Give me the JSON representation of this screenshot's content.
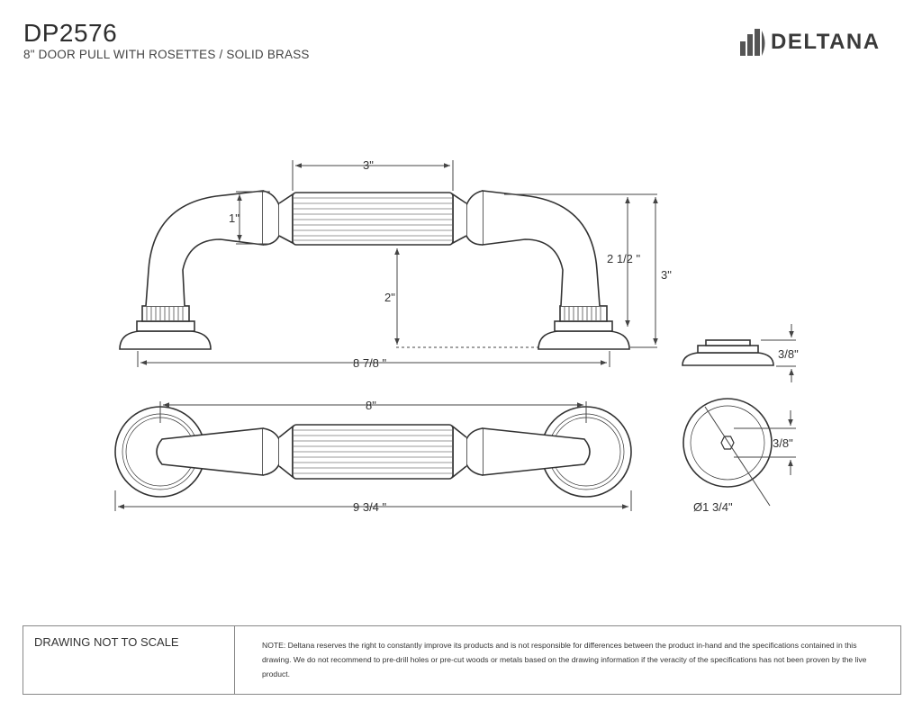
{
  "header": {
    "model": "DP2576",
    "subtitle": "8\" DOOR PULL WITH ROSETTES / SOLID BRASS",
    "brand": "DELTANA"
  },
  "dimensions": {
    "fluted_length": "3\"",
    "grip_height": "1\"",
    "clearance": "2\"",
    "overall_height_inner": "2 1/2 \"",
    "overall_height": "3\"",
    "front_overall_length": "8 7/8 \"",
    "center_to_center": "8\"",
    "top_overall_length": "9 3/4 \"",
    "rosette_thickness": "3/8\"",
    "screw_size": "3/8\"",
    "rosette_diameter": "Ø1 3/4\""
  },
  "footer": {
    "scale_note": "DRAWING NOT TO SCALE",
    "disclaimer": "NOTE: Deltana reserves the right to constantly improve its products and is not responsible for differences between the product in-hand and the specifications contained in this drawing. We do not recommend to pre-drill holes or pre-cut woods or metals based on the drawing information if the veracity of the specifications has not been proven by the live product."
  }
}
